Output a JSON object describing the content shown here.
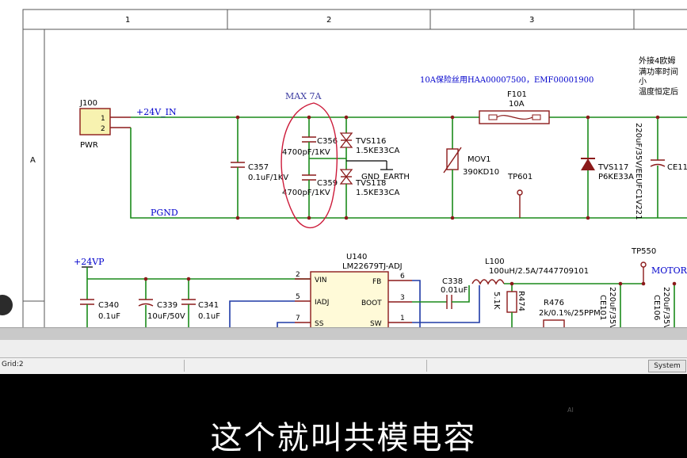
{
  "columns": [
    "1",
    "2",
    "3"
  ],
  "row_label": "A",
  "annotations": {
    "fuse_note": "10A保险丝用HAA00007500，EMF00001900",
    "side_note_1": "外接4欧姆",
    "side_note_2": "满功率时间",
    "side_note_3": "小",
    "side_note_4": "温度恒定后",
    "handwritten": "MAX 7A"
  },
  "components": {
    "j100": "J100",
    "j100_sub": "PWR",
    "j100_pin1": "1",
    "j100_pin2": "2",
    "c357": "C357",
    "c357_val": "0.1uF/1KV",
    "c356": "C356",
    "c356_val": "4700pF/1KV",
    "c359": "C359",
    "c359_val": "4700pF/1KV",
    "tvs116": "TVS116",
    "tvs116_val": "1.5KE33CA",
    "tvs118": "TVS118",
    "tvs118_val": "1.5KE33CA",
    "f101": "F101",
    "f101_val": "10A",
    "mov1": "MOV1",
    "mov1_val": "390KD10",
    "tp601": "TP601",
    "tvs117": "TVS117",
    "tvs117_val": "P6KE33A",
    "cap_vertical": "220uF/35V/EEUFC1V221",
    "ce1_partial": "CE11",
    "u140": "U140",
    "u140_val": "LM22679TJ-ADJ",
    "pin_vin": "VIN",
    "pin_iadj": "IADJ",
    "pin_ss": "SS",
    "pin_fb": "FB",
    "pin_boot": "BOOT",
    "pin_sw": "SW",
    "pnum_2": "2",
    "pnum_5": "5",
    "pnum_7": "7",
    "pnum_6": "6",
    "pnum_3": "3",
    "pnum_1": "1",
    "c340": "C340",
    "c340_val": "0.1uF",
    "c339": "C339",
    "c339_val": "10uF/50V",
    "c341": "C341",
    "c341_val": "0.1uF",
    "c338": "C338",
    "c338_val": "0.01uF",
    "l100": "L100",
    "l100_val": "100uH/2.5A/7447709101",
    "r474": "R474",
    "r474_val": "5.1K",
    "r476": "R476",
    "r476_val": "2k/0.1%/25PPM",
    "ce101": "CE101",
    "ce101_val": "220uF/35V",
    "ce106": "CE106",
    "ce106_val": "220uF/35V",
    "tp550": "TP550"
  },
  "nets": {
    "v24_in": "+24V_IN",
    "pgnd": "PGND",
    "gnd_earth": "GND_EARTH",
    "v24p": "+24VP",
    "motor": "MOTOR"
  },
  "status": {
    "grid": "Grid:2",
    "system_button": "System"
  },
  "caption": {
    "subtitle": "这个就叫共模电容",
    "watermark": "AI"
  },
  "colors": {
    "wire": "#1a8a1a",
    "bus": "#1f3aa6",
    "component": "#8b1a1a",
    "text": "#0000cc",
    "annotation": "#cc1b3a"
  }
}
